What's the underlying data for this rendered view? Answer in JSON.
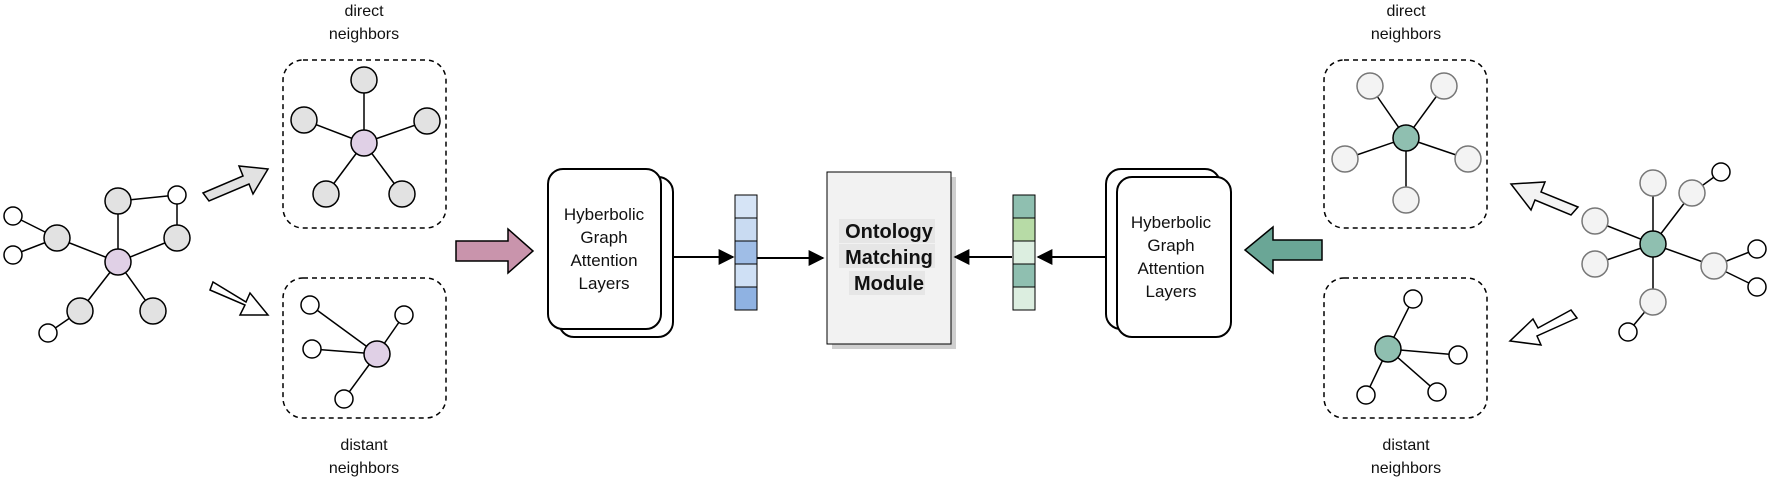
{
  "colors": {
    "left_center": "#e0d0e6",
    "right_center": "#8fbfb0",
    "gray_node": "#e2e2e2",
    "light_node": "#f3f3f3",
    "left_arrow_filled": "#c994ac",
    "right_arrow_filled": "#6aa696",
    "module_fill": "#f2f2f2"
  },
  "left": {
    "top_label": [
      "direct",
      "neighbors"
    ],
    "bottom_label": [
      "distant",
      "neighbors"
    ],
    "layer_label": [
      "Hyberbolic",
      "Graph",
      "Attention",
      "Layers"
    ]
  },
  "right": {
    "top_label": [
      "direct",
      "neighbors"
    ],
    "bottom_label": [
      "distant",
      "neighbors"
    ],
    "layer_label": [
      "Hyberbolic",
      "Graph",
      "Attention",
      "Layers"
    ]
  },
  "module": {
    "label": [
      "Ontology",
      "Matching",
      "Module"
    ]
  },
  "left_vector_colors": [
    "#d6e4f6",
    "#c9dbf2",
    "#9fbde6",
    "#cfe0f5",
    "#8fb2e2"
  ],
  "right_vector_colors": [
    "#8fbfb0",
    "#b7dba6",
    "#dceee0",
    "#8fbfb0",
    "#dceee0"
  ]
}
